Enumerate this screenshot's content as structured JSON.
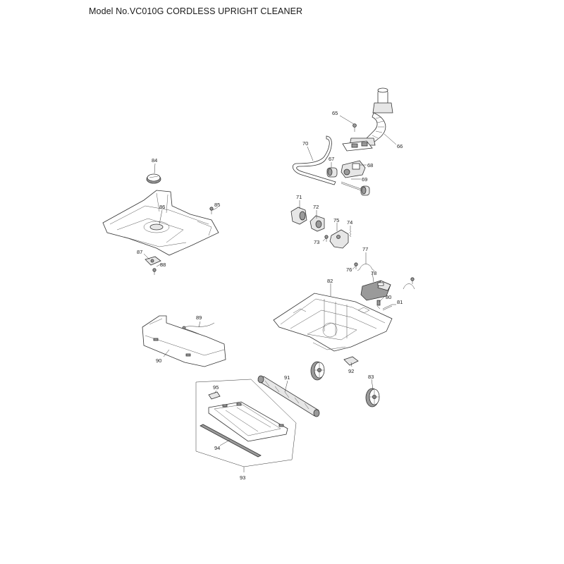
{
  "title": "Model No.VC010G CORDLESS UPRIGHT CLEANER",
  "colors": {
    "line": "#333333",
    "fill_light": "#e6e6e6",
    "fill_dark": "#9a9a9a"
  },
  "parts": [
    {
      "id": "p65",
      "label": "65"
    },
    {
      "id": "p66",
      "label": "66"
    },
    {
      "id": "p67",
      "label": "67"
    },
    {
      "id": "p68",
      "label": "68"
    },
    {
      "id": "p69",
      "label": "69"
    },
    {
      "id": "p70",
      "label": "70"
    },
    {
      "id": "p71",
      "label": "71"
    },
    {
      "id": "p72",
      "label": "72"
    },
    {
      "id": "p73",
      "label": "73"
    },
    {
      "id": "p74",
      "label": "74"
    },
    {
      "id": "p75",
      "label": "75"
    },
    {
      "id": "p76",
      "label": "76"
    },
    {
      "id": "p77",
      "label": "77"
    },
    {
      "id": "p78",
      "label": "78"
    },
    {
      "id": "p80",
      "label": "80"
    },
    {
      "id": "p81",
      "label": "81"
    },
    {
      "id": "p82",
      "label": "82"
    },
    {
      "id": "p83",
      "label": "83"
    },
    {
      "id": "p84",
      "label": "84"
    },
    {
      "id": "p85",
      "label": "85"
    },
    {
      "id": "p86",
      "label": "86"
    },
    {
      "id": "p87",
      "label": "87"
    },
    {
      "id": "p88",
      "label": "88"
    },
    {
      "id": "p89",
      "label": "89"
    },
    {
      "id": "p90",
      "label": "90"
    },
    {
      "id": "p91",
      "label": "91"
    },
    {
      "id": "p92",
      "label": "92"
    },
    {
      "id": "p93",
      "label": "93"
    },
    {
      "id": "p94",
      "label": "94"
    },
    {
      "id": "p95",
      "label": "95"
    }
  ]
}
